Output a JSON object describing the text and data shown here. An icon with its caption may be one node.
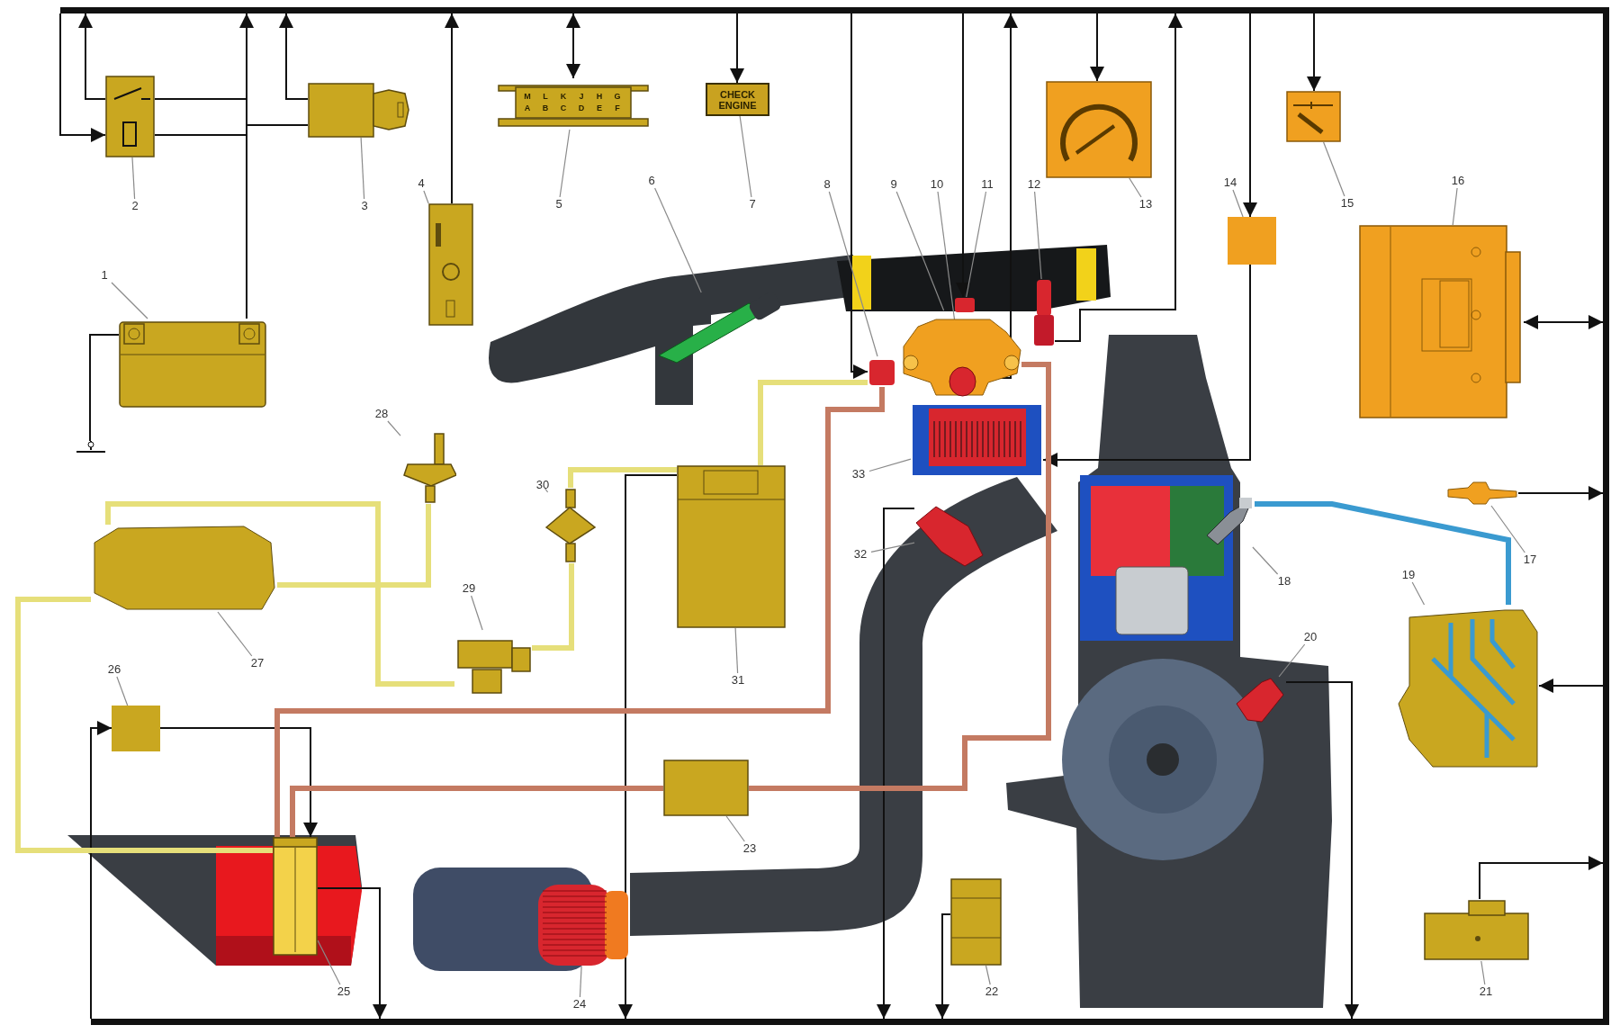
{
  "diagram": {
    "nodes": [
      {
        "text": [],
        "shape": "bar"
      },
      {
        "text": [],
        "shape": "bar"
      },
      {
        "text": [],
        "shape": "bar"
      },
      {
        "text": [],
        "shape": "picture"
      },
      {
        "text": [
          "1"
        ]
      },
      {
        "text": [],
        "shape": "picture"
      },
      {
        "text": [
          "2"
        ]
      },
      {
        "text": [],
        "shape": "box"
      },
      {
        "text": [
          "3"
        ]
      },
      {
        "text": [],
        "shape": "picture"
      },
      {
        "text": [
          "4"
        ]
      },
      {
        "text": [
          "M",
          "L",
          "K",
          "J",
          "H",
          "G",
          "A",
          "B",
          "C",
          "D",
          "E",
          "F"
        ]
      },
      {
        "text": [
          "5"
        ]
      },
      {
        "text": [],
        "shape": "picture"
      },
      {
        "text": [
          "6"
        ]
      },
      {
        "text": [
          "CHECK ENGINE"
        ]
      },
      {
        "text": [
          "7"
        ]
      },
      {
        "text": [],
        "shape": "box"
      },
      {
        "text": [
          "8"
        ]
      },
      {
        "text": [],
        "shape": "picture"
      },
      {
        "text": [
          "9"
        ]
      },
      {
        "text": [],
        "shape": "circle",
        "in": 19
      },
      {
        "text": [
          "10"
        ]
      },
      {
        "text": [],
        "shape": "box"
      },
      {
        "text": [
          "11"
        ]
      },
      {
        "text": [],
        "shape": "picture"
      },
      {
        "text": [
          "12"
        ]
      },
      {
        "text": [],
        "shape": "picture"
      },
      {
        "text": [
          "13"
        ]
      },
      {
        "text": [],
        "shape": "box"
      },
      {
        "text": [
          "14"
        ]
      },
      {
        "text": [],
        "shape": "picture"
      },
      {
        "text": [
          "15"
        ]
      },
      {
        "text": [],
        "shape": "picture"
      },
      {
        "text": [
          "16"
        ]
      },
      {
        "text": [],
        "shape": "picture"
      },
      {
        "text": [
          "17"
        ]
      },
      {
        "text": [],
        "shape": "picture"
      },
      {
        "text": [
          "18"
        ]
      },
      {
        "text": [],
        "shape": "picture"
      },
      {
        "text": [
          "19"
        ]
      },
      {
        "text": [],
        "shape": "picture"
      },
      {
        "text": [
          "20"
        ]
      },
      {
        "text": [],
        "shape": "picture"
      },
      {
        "text": [
          "21"
        ]
      },
      {
        "text": [],
        "shape": "picture"
      },
      {
        "text": [
          "22"
        ]
      },
      {
        "text": [],
        "shape": "box"
      },
      {
        "text": [
          "23"
        ]
      },
      {
        "text": [],
        "shape": "picture"
      },
      {
        "text": [
          "24"
        ]
      },
      {
        "text": [],
        "shape": "picture"
      },
      {
        "text": [
          "25"
        ]
      },
      {
        "text": [],
        "shape": "box"
      },
      {
        "text": [
          "26"
        ]
      },
      {
        "text": [],
        "shape": "box"
      },
      {
        "text": [
          "27"
        ]
      },
      {
        "text": [],
        "shape": "picture"
      },
      {
        "text": [
          "28"
        ]
      },
      {
        "text": [],
        "shape": "picture"
      },
      {
        "text": [
          "29"
        ]
      },
      {
        "text": [],
        "shape": "picture"
      },
      {
        "text": [
          "30"
        ]
      },
      {
        "text": [],
        "shape": "box"
      },
      {
        "text": [
          "31"
        ]
      },
      {
        "text": [],
        "shape": "picture"
      },
      {
        "text": [
          "32"
        ]
      },
      {
        "text": [],
        "shape": "picture"
      },
      {
        "text": [
          "33"
        ]
      },
      {
        "text": [],
        "shape": "ground"
      }
    ],
    "edges": [
      {
        "from": 0,
        "to": 5,
        "arrow": "to",
        "color": "#111111"
      },
      {
        "from": 5,
        "to": 0,
        "arrow": "to",
        "color": "#111111"
      },
      {
        "from": 3,
        "to": 0,
        "arrow": "to",
        "color": "#111111"
      },
      {
        "from": 5,
        "to": 3,
        "arrow": "none",
        "color": "#111111"
      },
      {
        "from": 5,
        "to": 3,
        "arrow": "none",
        "color": "#111111"
      },
      {
        "from": 7,
        "to": 3,
        "arrow": "none",
        "color": "#111111"
      },
      {
        "from": 7,
        "to": 0,
        "arrow": "to",
        "color": "#111111"
      },
      {
        "from": 9,
        "to": 0,
        "arrow": "to",
        "color": "#111111"
      },
      {
        "from": 0,
        "to": 11,
        "arrow": "both",
        "color": "#111111"
      },
      {
        "from": 0,
        "to": 15,
        "arrow": "to",
        "color": "#111111"
      },
      {
        "from": 0,
        "to": 17,
        "arrow": "to",
        "color": "#111111"
      },
      {
        "from": 0,
        "to": 23,
        "arrow": "to",
        "color": "#111111"
      },
      {
        "from": 21,
        "to": 0,
        "arrow": "to",
        "color": "#111111"
      },
      {
        "from": 0,
        "to": 27,
        "arrow": "to",
        "color": "#111111"
      },
      {
        "from": 25,
        "to": 0,
        "arrow": "to",
        "color": "#111111"
      },
      {
        "from": 0,
        "to": 29,
        "arrow": "to",
        "color": "#111111"
      },
      {
        "from": 29,
        "to": 67,
        "arrow": "to",
        "color": "#111111"
      },
      {
        "from": 0,
        "to": 31,
        "arrow": "to",
        "color": "#111111"
      },
      {
        "from": 33,
        "to": 1,
        "arrow": "both",
        "color": "#111111"
      },
      {
        "from": 35,
        "to": 1,
        "arrow": "to",
        "color": "#111111"
      },
      {
        "from": 1,
        "to": 39,
        "arrow": "to",
        "color": "#111111"
      },
      {
        "from": 43,
        "to": 1,
        "arrow": "to",
        "color": "#111111"
      },
      {
        "from": 39,
        "to": 37,
        "arrow": "none",
        "style": "thick",
        "color": "#3a9ad0"
      },
      {
        "from": 41,
        "to": 2,
        "arrow": "to",
        "color": "#111111"
      },
      {
        "from": 45,
        "to": 2,
        "arrow": "to",
        "color": "#111111"
      },
      {
        "from": 51,
        "to": 2,
        "arrow": "to",
        "color": "#111111"
      },
      {
        "from": 2,
        "to": 53,
        "arrow": "to",
        "color": "#111111"
      },
      {
        "from": 53,
        "to": 51,
        "arrow": "to",
        "color": "#111111"
      },
      {
        "from": 63,
        "to": 2,
        "arrow": "to",
        "color": "#111111"
      },
      {
        "from": 65,
        "to": 2,
        "arrow": "to",
        "color": "#111111"
      },
      {
        "from": 3,
        "to": 69,
        "arrow": "none",
        "color": "#111111"
      },
      {
        "from": 55,
        "to": 51,
        "arrow": "none",
        "style": "thick",
        "color": "#e6df7a"
      },
      {
        "from": 55,
        "to": 57,
        "arrow": "none",
        "style": "thick",
        "color": "#e6df7a"
      },
      {
        "from": 55,
        "to": 59,
        "arrow": "none",
        "style": "thick",
        "color": "#e6df7a"
      },
      {
        "from": 59,
        "to": 61,
        "arrow": "none",
        "style": "thick",
        "color": "#e6df7a"
      },
      {
        "from": 61,
        "to": 63,
        "arrow": "none",
        "style": "thick",
        "color": "#e6df7a"
      },
      {
        "from": 63,
        "to": 17,
        "arrow": "none",
        "style": "thick",
        "color": "#e6df7a"
      },
      {
        "from": 51,
        "to": 47,
        "arrow": "none",
        "style": "thick",
        "color": "#c47a62"
      },
      {
        "from": 47,
        "to": 19,
        "arrow": "none",
        "style": "thick",
        "color": "#c47a62"
      },
      {
        "from": 17,
        "to": 51,
        "arrow": "none",
        "style": "thick",
        "color": "#c47a62"
      },
      {
        "from": 4,
        "to": 3,
        "arrow": "none"
      },
      {
        "from": 6,
        "to": 5,
        "arrow": "none"
      },
      {
        "from": 8,
        "to": 7,
        "arrow": "none"
      },
      {
        "from": 10,
        "to": 9,
        "arrow": "none"
      },
      {
        "from": 12,
        "to": 11,
        "arrow": "none"
      },
      {
        "from": 14,
        "to": 13,
        "arrow": "none"
      },
      {
        "from": 16,
        "to": 15,
        "arrow": "none"
      },
      {
        "from": 18,
        "to": 17,
        "arrow": "none"
      },
      {
        "from": 20,
        "to": 19,
        "arrow": "none"
      },
      {
        "from": 22,
        "to": 21,
        "arrow": "none"
      },
      {
        "from": 24,
        "to": 23,
        "arrow": "none"
      },
      {
        "from": 26,
        "to": 25,
        "arrow": "none"
      },
      {
        "from": 28,
        "to": 27,
        "arrow": "none"
      },
      {
        "from": 30,
        "to": 29,
        "arrow": "none"
      },
      {
        "from": 32,
        "to": 31,
        "arrow": "none"
      },
      {
        "from": 34,
        "to": 33,
        "arrow": "none"
      },
      {
        "from": 36,
        "to": 35,
        "arrow": "none"
      },
      {
        "from": 38,
        "to": 37,
        "arrow": "none"
      },
      {
        "from": 40,
        "to": 39,
        "arrow": "none"
      },
      {
        "from": 42,
        "to": 41,
        "arrow": "none"
      },
      {
        "from": 44,
        "to": 43,
        "arrow": "none"
      },
      {
        "from": 46,
        "to": 45,
        "arrow": "none"
      },
      {
        "from": 48,
        "to": 47,
        "arrow": "none"
      },
      {
        "from": 50,
        "to": 49,
        "arrow": "none"
      },
      {
        "from": 52,
        "to": 51,
        "arrow": "none"
      },
      {
        "from": 54,
        "to": 53,
        "arrow": "none"
      },
      {
        "from": 56,
        "to": 55,
        "arrow": "none"
      },
      {
        "from": 58,
        "to": 57,
        "arrow": "none"
      },
      {
        "from": 60,
        "to": 59,
        "arrow": "none"
      },
      {
        "from": 62,
        "to": 61,
        "arrow": "none"
      },
      {
        "from": 64,
        "to": 63,
        "arrow": "none"
      },
      {
        "from": 66,
        "to": 65,
        "arrow": "none"
      },
      {
        "from": 68,
        "to": 67,
        "arrow": "none"
      }
    ]
  }
}
